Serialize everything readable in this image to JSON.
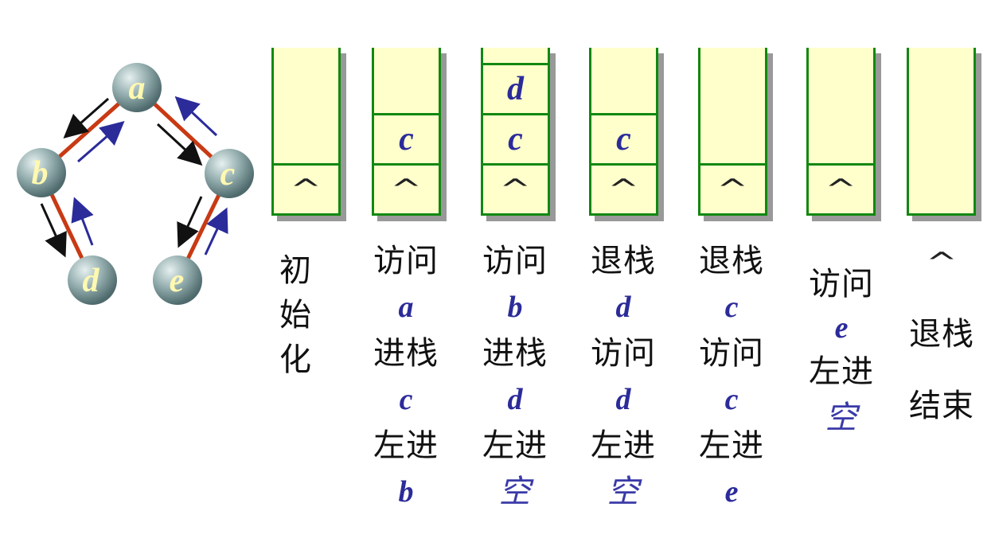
{
  "tree": {
    "nodes": [
      {
        "id": "a",
        "label": "a"
      },
      {
        "id": "b",
        "label": "b"
      },
      {
        "id": "c",
        "label": "c"
      },
      {
        "id": "d",
        "label": "d"
      },
      {
        "id": "e",
        "label": "e"
      }
    ]
  },
  "stacks": [
    {
      "id": "s0",
      "cells": [
        "^"
      ]
    },
    {
      "id": "s1",
      "cells": [
        "^",
        "c"
      ]
    },
    {
      "id": "s2",
      "cells": [
        "^",
        "c",
        "d"
      ]
    },
    {
      "id": "s3",
      "cells": [
        "^",
        "c"
      ]
    },
    {
      "id": "s4",
      "cells": [
        "^"
      ]
    },
    {
      "id": "s5",
      "cells": [
        "^"
      ]
    },
    {
      "id": "s6",
      "cells": []
    }
  ],
  "captions": {
    "col0": [
      "初",
      "始",
      "化"
    ],
    "col1": [
      "访问",
      "a",
      "进栈",
      "c",
      "左进",
      "b"
    ],
    "col2": [
      "访问",
      "b",
      "进栈",
      "d",
      "左进",
      "空"
    ],
    "col3": [
      "退栈",
      "d",
      "访问",
      "d",
      "左进",
      "空"
    ],
    "col4": [
      "退栈",
      "c",
      "访问",
      "c",
      "左进",
      "e"
    ],
    "col5": [
      "访问",
      "e",
      "左进",
      "空"
    ],
    "col6": [
      "^",
      "退栈",
      "结束"
    ]
  },
  "colors": {
    "edge": "#c83a14",
    "down_arrow": "#111111",
    "up_arrow": "#2b2b9a",
    "stack_border": "#118811",
    "stack_fill": "#ffffcc"
  }
}
